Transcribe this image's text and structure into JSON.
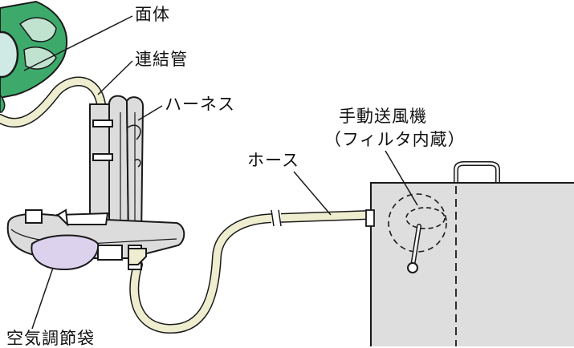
{
  "labels": {
    "mask": "面体",
    "connecting_tube": "連結管",
    "harness": "ハーネス",
    "manual_blower": "手動送風機",
    "filter_builtin": "（フィルタ内蔵）",
    "hose": "ホース",
    "air_bag": "空気調節袋"
  },
  "colors": {
    "outline": "#1a1a1a",
    "mask_green": "#3daa6c",
    "mask_lens": "#cfe9e4",
    "tube_fill": "#eeedcf",
    "harness_gray": "#dcdcdc",
    "bag_purple": "#ddd2ee",
    "box_gray": "#dedede"
  }
}
